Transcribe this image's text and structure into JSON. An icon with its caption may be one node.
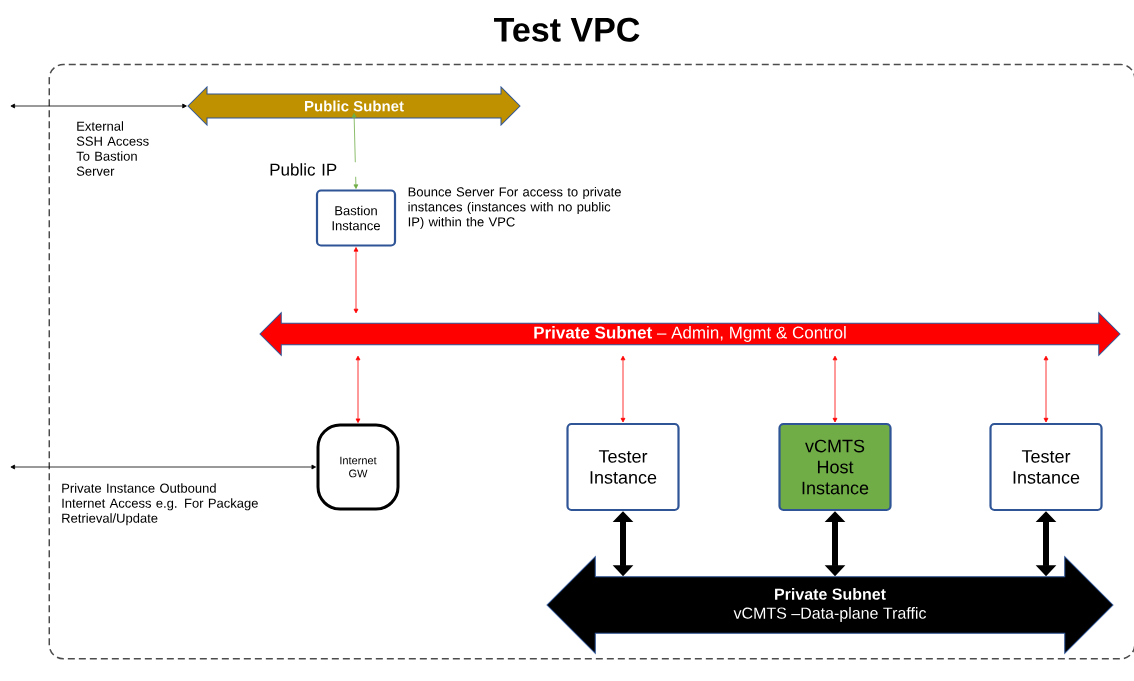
{
  "diagram": {
    "nodes": [
      {
        "text": [
          "Test VPC"
        ]
      },
      {
        "text": [
          "Public Subnet"
        ],
        "in": 0
      },
      {
        "text": [
          "Bastion Instance"
        ],
        "beside": [
          "Bounce Server For access to private instances (instances with no public IP) within the VPC"
        ],
        "in": 0
      },
      {
        "text": [
          "**Private Subnet** – Admin, Mgmt & Control"
        ],
        "in": 0
      },
      {
        "text": [
          "Internet GW"
        ],
        "in": 0
      },
      {
        "text": [
          "Tester Instance"
        ],
        "in": 0
      },
      {
        "text": [
          "vCMTS Host Instance"
        ],
        "in": 0
      },
      {
        "text": [
          "Tester Instance"
        ],
        "in": 0
      },
      {
        "text": [
          "Private Subnet",
          "vCMTS –Data-plane Traffic"
        ],
        "in": 0
      }
    ],
    "edges": [
      {
        "from": null,
        "to": 1,
        "arrow": "both",
        "label": "External SSH Access To Bastion Server",
        "color": "#000000"
      },
      {
        "from": 1,
        "to": 2,
        "arrow": "both",
        "label": "Public IP",
        "color": "#70ad47"
      },
      {
        "from": 2,
        "to": 3,
        "arrow": "both",
        "color": "#ff0000"
      },
      {
        "from": 3,
        "to": 4,
        "arrow": "both",
        "color": "#ff0000"
      },
      {
        "from": 3,
        "to": 5,
        "arrow": "both",
        "color": "#ff0000"
      },
      {
        "from": 3,
        "to": 6,
        "arrow": "both",
        "color": "#ff0000"
      },
      {
        "from": 3,
        "to": 7,
        "arrow": "both",
        "color": "#ff0000"
      },
      {
        "from": null,
        "to": 4,
        "arrow": "both",
        "label": "Private Instance Outbound Internet Access e.g. For Package Retrieval/Update",
        "color": "#000000"
      },
      {
        "from": 5,
        "to": 8,
        "arrow": "both",
        "style": "thick",
        "color": "#000000"
      },
      {
        "from": 6,
        "to": 8,
        "arrow": "both",
        "style": "thick",
        "color": "#000000"
      },
      {
        "from": 7,
        "to": 8,
        "arrow": "both",
        "style": "thick",
        "color": "#000000"
      }
    ]
  }
}
